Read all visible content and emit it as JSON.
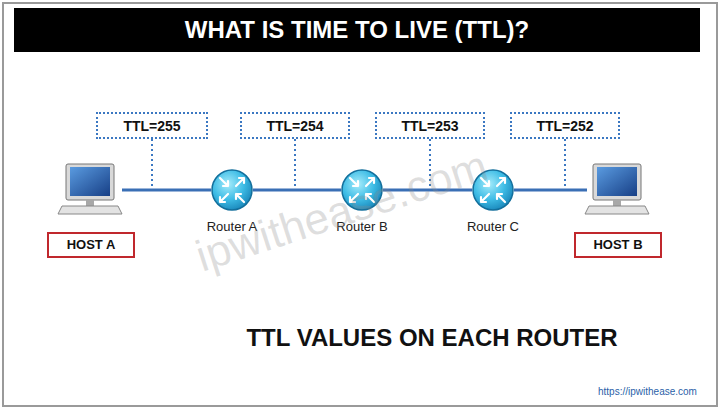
{
  "diagram": {
    "title": "WHAT IS TIME TO LIVE (TTL)?",
    "caption": "TTL VALUES ON EACH ROUTER",
    "nodes": [
      {
        "text": [
          "TTL=255"
        ]
      },
      {
        "text": [
          "TTL=254"
        ]
      },
      {
        "text": [
          "TTL=253"
        ]
      },
      {
        "text": [
          "TTL=252"
        ]
      },
      {
        "text": [
          "HOST A"
        ]
      },
      {
        "text": [
          "Router A"
        ]
      },
      {
        "text": [
          "Router B"
        ]
      },
      {
        "text": [
          "Router C"
        ]
      },
      {
        "text": [
          "HOST B"
        ]
      }
    ],
    "edges": [
      {
        "from": 4,
        "to": 5,
        "arrow": "none"
      },
      {
        "from": 5,
        "to": 6,
        "arrow": "none"
      },
      {
        "from": 6,
        "to": 7,
        "arrow": "none"
      },
      {
        "from": 7,
        "to": 8,
        "arrow": "none"
      }
    ],
    "labels": [
      "ipwithease.com",
      "https://ipwithease.com"
    ]
  }
}
